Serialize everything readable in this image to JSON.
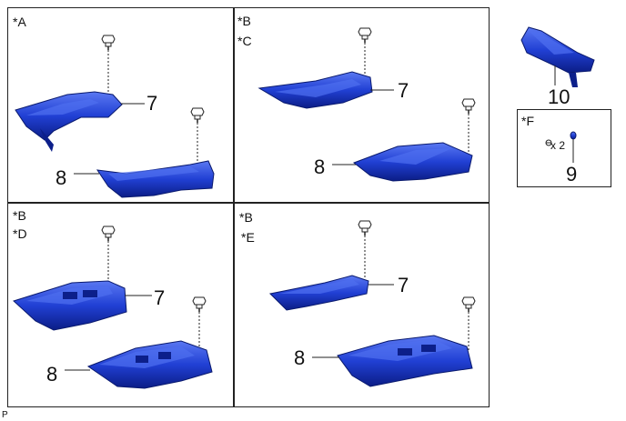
{
  "panels": {
    "a": {
      "tag1": "*A",
      "part_upper": "7",
      "part_lower": "8"
    },
    "bc": {
      "tag1": "*B",
      "tag2": "*C",
      "part_upper": "7",
      "part_lower": "8"
    },
    "bd": {
      "tag1": "*B",
      "tag2": "*D",
      "part_upper": "7",
      "part_lower": "8"
    },
    "be": {
      "tag1": "*B",
      "tag2": "*E",
      "part_upper": "7",
      "part_lower": "8"
    }
  },
  "side": {
    "bracket_number": "10",
    "f_box": {
      "tag": "*F",
      "quantity": "x 2",
      "part_number": "9"
    }
  },
  "footer": {
    "code": "P"
  },
  "colors": {
    "part_fill": "#1f3fcf",
    "part_dark": "#0c1f8a",
    "part_light": "#4f6ff0",
    "line": "#222222"
  }
}
